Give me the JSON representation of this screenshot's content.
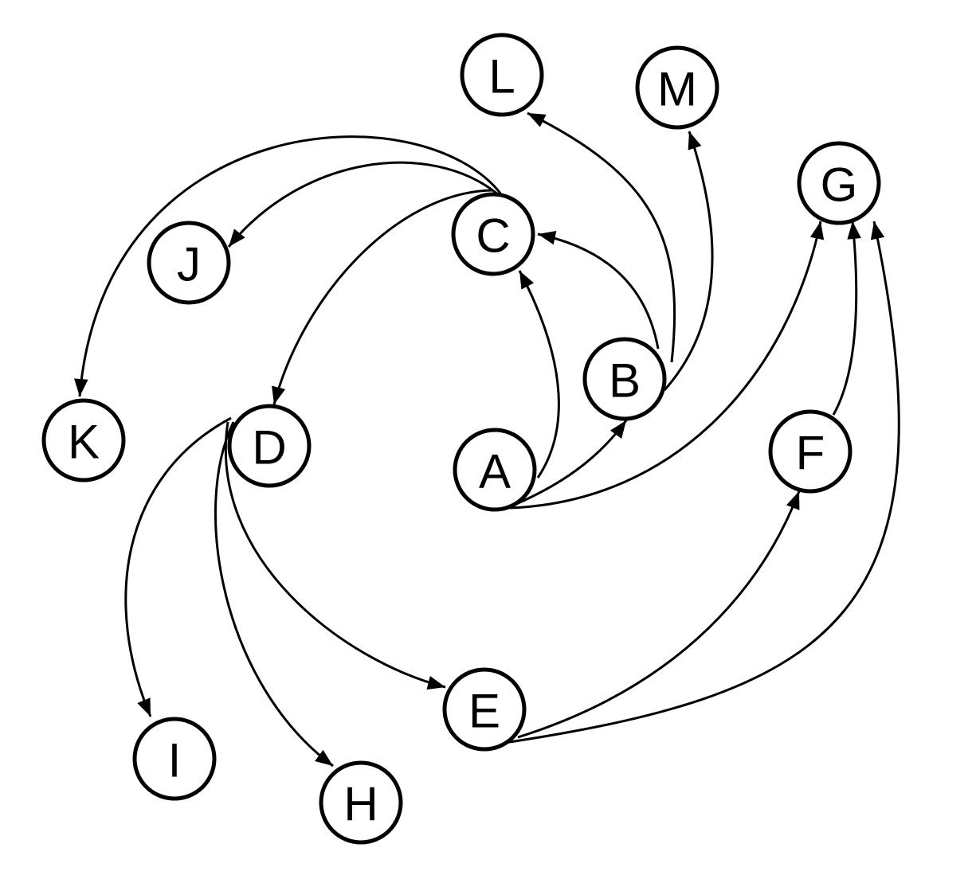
{
  "graph": {
    "colors": {
      "stroke": "#000000",
      "fill": "#ffffff"
    },
    "nodes": [
      {
        "id": "A",
        "label": "A"
      },
      {
        "id": "B",
        "label": "B"
      },
      {
        "id": "C",
        "label": "C"
      },
      {
        "id": "D",
        "label": "D"
      },
      {
        "id": "E",
        "label": "E"
      },
      {
        "id": "F",
        "label": "F"
      },
      {
        "id": "G",
        "label": "G"
      },
      {
        "id": "H",
        "label": "H"
      },
      {
        "id": "I",
        "label": "I"
      },
      {
        "id": "J",
        "label": "J"
      },
      {
        "id": "K",
        "label": "K"
      },
      {
        "id": "L",
        "label": "L"
      },
      {
        "id": "M",
        "label": "M"
      }
    ],
    "edges": [
      {
        "from": "A",
        "to": "B"
      },
      {
        "from": "A",
        "to": "C"
      },
      {
        "from": "A",
        "to": "G"
      },
      {
        "from": "B",
        "to": "C"
      },
      {
        "from": "B",
        "to": "L"
      },
      {
        "from": "B",
        "to": "M"
      },
      {
        "from": "C",
        "to": "J"
      },
      {
        "from": "C",
        "to": "K"
      },
      {
        "from": "C",
        "to": "D"
      },
      {
        "from": "D",
        "to": "E"
      },
      {
        "from": "D",
        "to": "H"
      },
      {
        "from": "D",
        "to": "I"
      },
      {
        "from": "E",
        "to": "F"
      },
      {
        "from": "E",
        "to": "G"
      },
      {
        "from": "F",
        "to": "G"
      }
    ]
  }
}
